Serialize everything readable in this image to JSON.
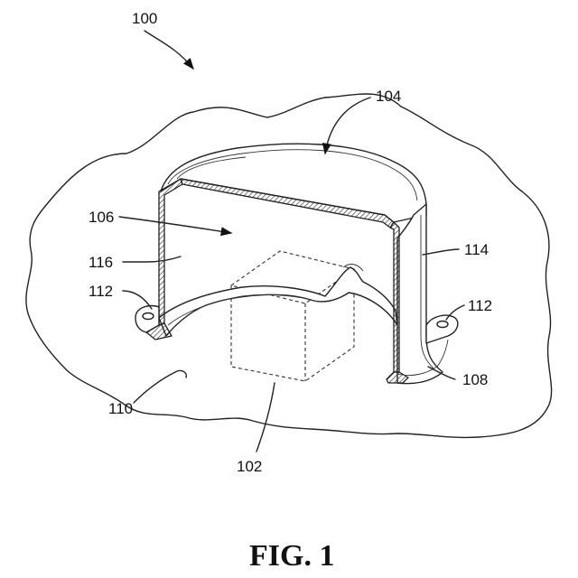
{
  "figure": {
    "caption": "FIG. 1",
    "labels": {
      "l100": "100",
      "l104": "104",
      "l106": "106",
      "l116": "116",
      "l112_left": "112",
      "l112_right": "112",
      "l114": "114",
      "l108": "108",
      "l110": "110",
      "l102": "102"
    }
  }
}
